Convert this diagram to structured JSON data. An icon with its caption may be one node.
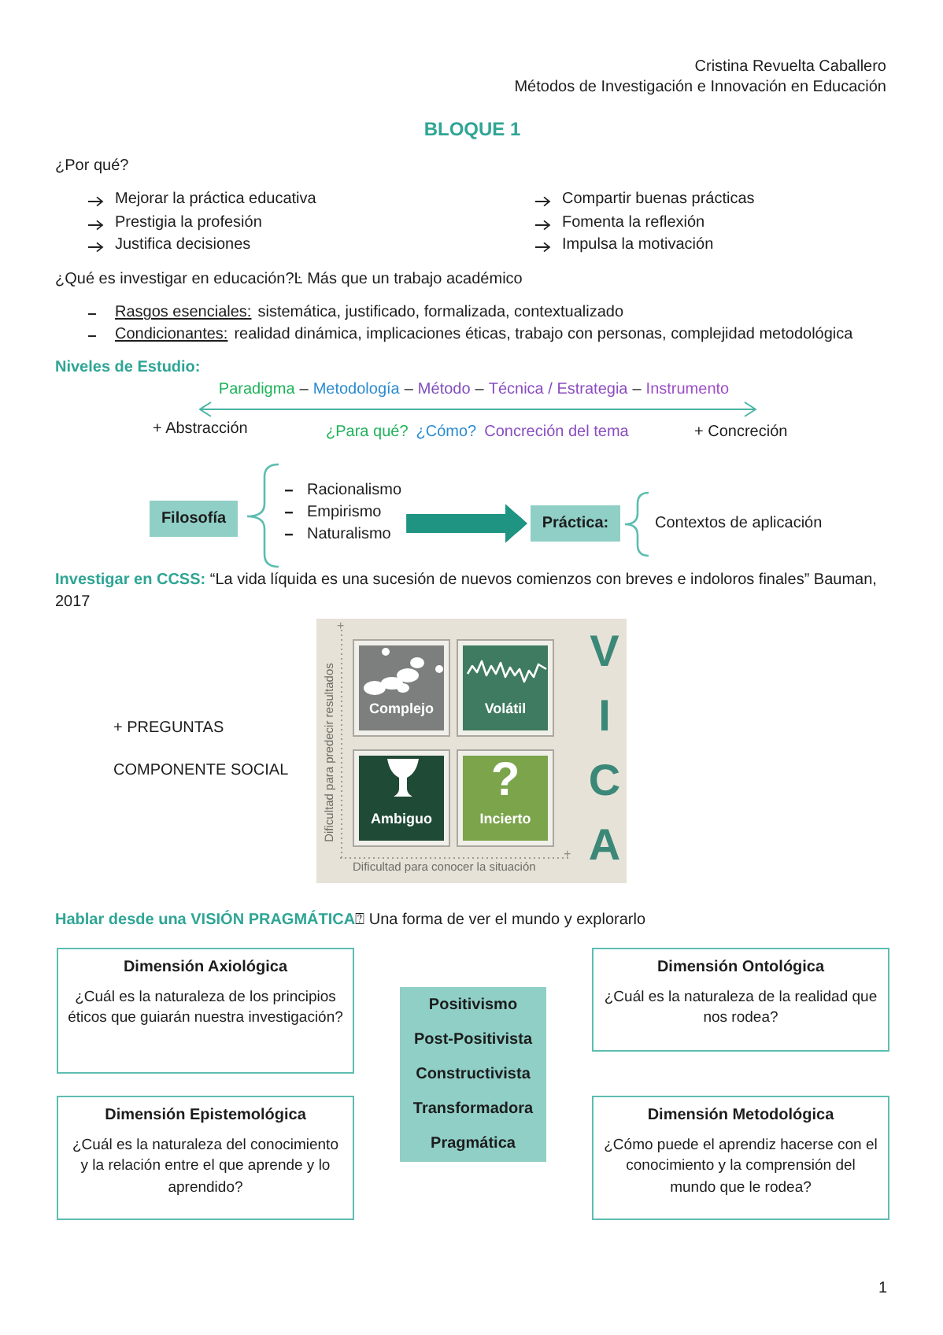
{
  "diagram": {
    "title": "BLOQUE 1",
    "nodes": [
      {
        "text": [
          "Filosofía"
        ]
      },
      {
        "text": [
          "Racionalismo",
          "Empirismo",
          "Naturalismo"
        ]
      },
      {
        "text": [
          "Práctica:"
        ]
      },
      {
        "text": [
          "+",
          "Dificultad para predecir resultados",
          "Dificultad para conocer la situación",
          "+",
          "V I C A"
        ]
      },
      {
        "text": [
          "Complejo"
        ],
        "in": 3
      },
      {
        "text": [
          "Volátil"
        ],
        "in": 3
      },
      {
        "text": [
          "Ambiguo"
        ],
        "in": 3
      },
      {
        "text": [
          "?",
          "Incierto"
        ],
        "in": 3
      },
      {
        "text": [
          "Dimensión Axiológica",
          "¿Cuál es la naturaleza de los principios éticos que guiarán nuestra investigación?"
        ]
      },
      {
        "text": [
          "Positivismo",
          "Post-Positivista",
          "Constructivista",
          "Transformadora",
          "Pragmática"
        ]
      },
      {
        "text": [
          "Dimensión Ontológica",
          "¿Cuál es la naturaleza de la realidad que nos rodea?"
        ]
      },
      {
        "text": [
          "Dimensión Epistemológica",
          "¿Cuál es la naturaleza del conocimiento y la relación entre el que aprende y lo aprendido?"
        ]
      },
      {
        "text": [
          "Dimensión Metodológica",
          "¿Cómo puede el aprendiz hacerse con el conocimiento y la comprensión del mundo que le rodea?"
        ]
      }
    ],
    "edges": [
      {
        "from": 1,
        "to": 2,
        "arrow": "to"
      }
    ],
    "labels": [
      "Cristina Revuelta Caballero",
      "Métodos de Investigación e Innovación en Educación",
      "¿Por qué?",
      "Mejorar la práctica educativa",
      "Compartir buenas prácticas",
      "Prestigia la profesión",
      "Fomenta la reflexión",
      "Justifica decisiones",
      "Impulsa la motivación",
      "¿Qué es investigar en educación?Ŀ Más que un trabajo académico",
      "Rasgos esenciales:",
      "sistemática, justificado, formalizada, contextualizado",
      "Condicionantes:",
      "realidad dinámica, implicaciones éticas, trabajo con personas, complejidad metodológica",
      "Niveles de Estudio:",
      "Paradigma",
      "–",
      "Metodología",
      "–",
      "Método",
      "–",
      "Técnica / Estrategia",
      "–",
      "Instrumento",
      "+ Abstracción",
      "¿Para qué?",
      "¿Cómo?",
      "Concreción del tema",
      "+ Concreción",
      "Contextos de aplicación",
      "**Investigar en CCSS:** “La vida líquida es una sucesión de nuevos comienzos con breves e indoloros finales” Bauman, 2017",
      "+ PREGUNTAS",
      "COMPONENTE SOCIAL",
      "**Hablar desde una VISIÓN PRAGMÁTICA**⍰ Una forma de ver el mundo y explorarlo",
      "1"
    ]
  }
}
